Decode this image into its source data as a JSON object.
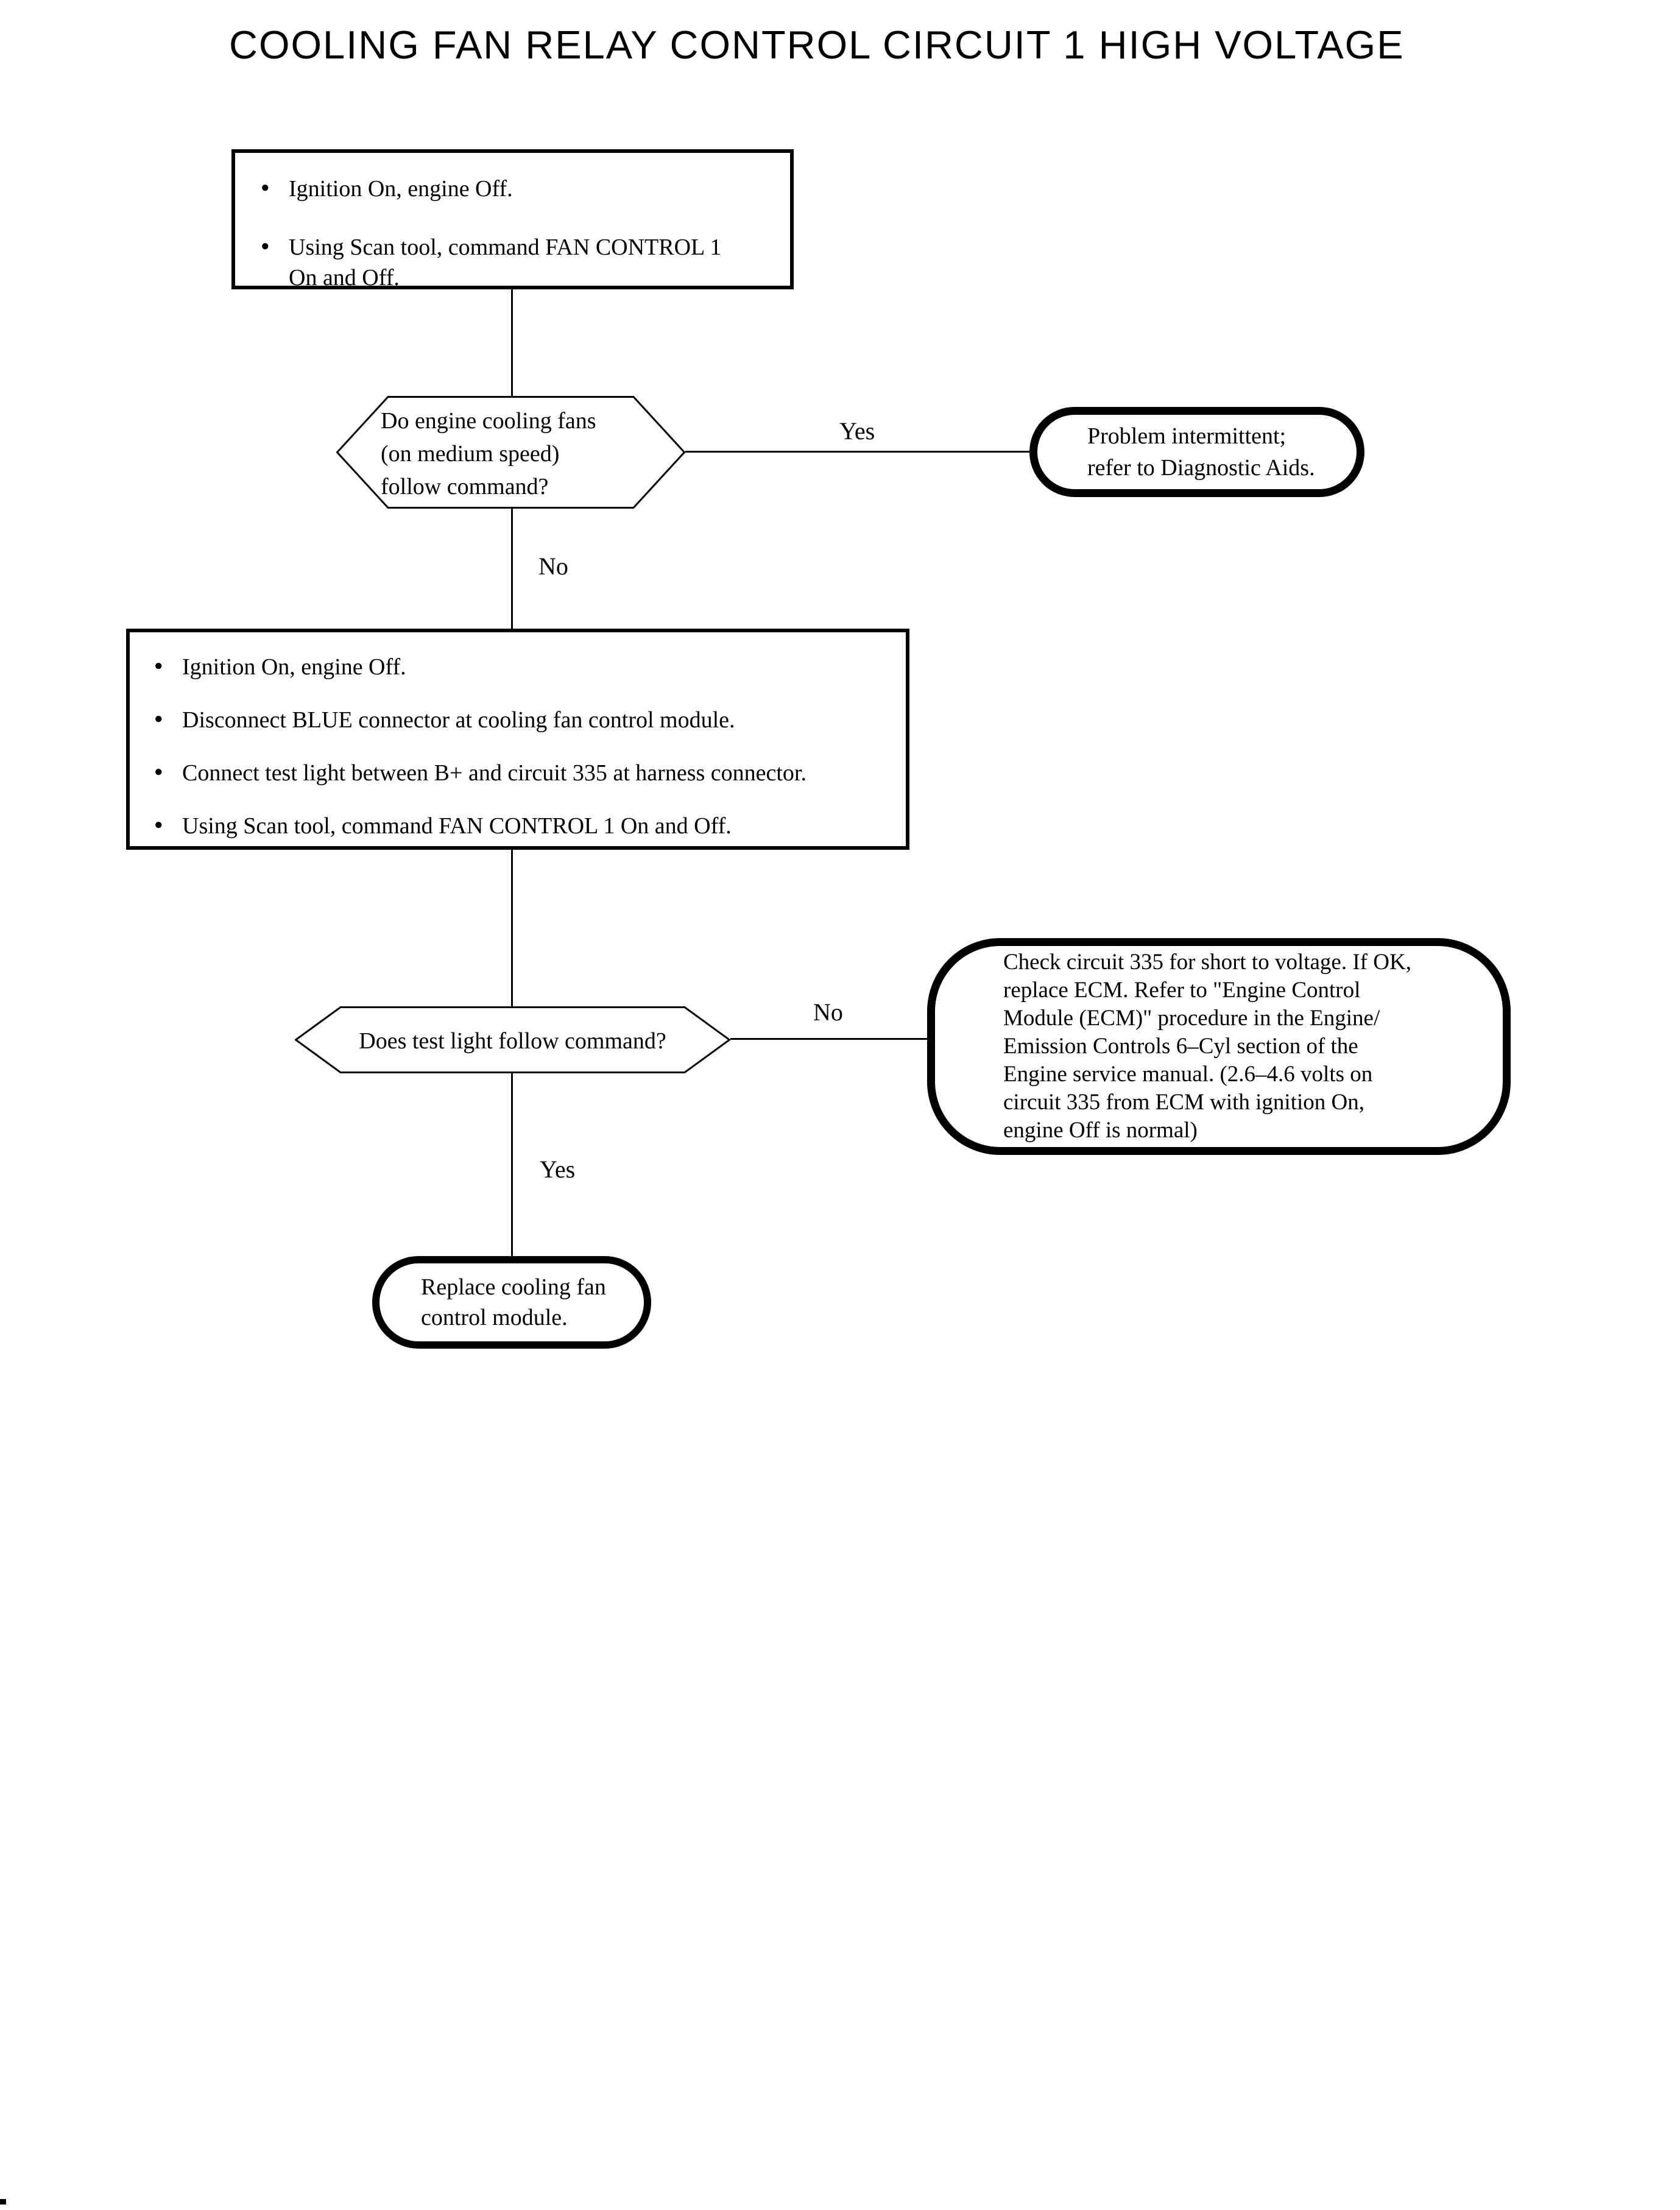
{
  "title": "COOLING FAN RELAY CONTROL CIRCUIT 1 HIGH VOLTAGE",
  "colors": {
    "ink": "#000000",
    "background": "#ffffff"
  },
  "nodes": {
    "step1": {
      "type": "process",
      "items": [
        {
          "lines": [
            "Ignition On, engine Off."
          ]
        },
        {
          "lines": [
            "Using Scan tool, command FAN CONTROL 1",
            "On and Off."
          ]
        }
      ]
    },
    "decision1": {
      "type": "decision",
      "lines": [
        "Do engine cooling fans",
        "(on medium speed)",
        "follow command?"
      ]
    },
    "terminal_intermittent": {
      "type": "terminal",
      "lines": [
        "Problem intermittent;",
        "refer to Diagnostic Aids."
      ]
    },
    "step2": {
      "type": "process",
      "items": [
        {
          "text": "Ignition On, engine Off."
        },
        {
          "text": "Disconnect BLUE connector at cooling fan control module."
        },
        {
          "text": "Connect test light between B+ and circuit 335 at harness connector."
        },
        {
          "text": "Using Scan tool, command FAN CONTROL 1 On and Off."
        }
      ]
    },
    "decision2": {
      "type": "decision",
      "text": "Does test light follow command?"
    },
    "terminal_check": {
      "type": "terminal",
      "lines": [
        "Check circuit 335 for short to voltage. If OK,",
        "replace ECM. Refer to \"Engine Control",
        "Module (ECM)\" procedure in the Engine/",
        "Emission Controls 6–Cyl section of the",
        "Engine service manual. (2.6–4.6 volts on",
        "circuit 335 from ECM with ignition On,",
        "engine Off is normal)"
      ]
    },
    "terminal_replace": {
      "type": "terminal",
      "lines": [
        "Replace cooling fan",
        "control module."
      ]
    }
  },
  "edges": {
    "decision1_yes": "Yes",
    "decision1_no": "No",
    "decision2_no": "No",
    "decision2_yes": "Yes"
  }
}
